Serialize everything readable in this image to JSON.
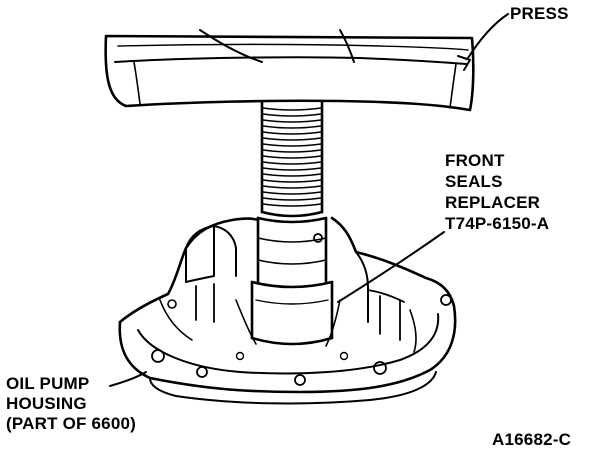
{
  "labels": {
    "press": "PRESS",
    "replacer": [
      "FRONT",
      "SEALS",
      "REPLACER",
      "T74P-6150-A"
    ],
    "housing": [
      "OIL PUMP",
      "HOUSING",
      "(PART OF 6600)"
    ],
    "figure_id": "A16682-C"
  },
  "colors": {
    "ink": "#000000",
    "paper": "#ffffff"
  }
}
